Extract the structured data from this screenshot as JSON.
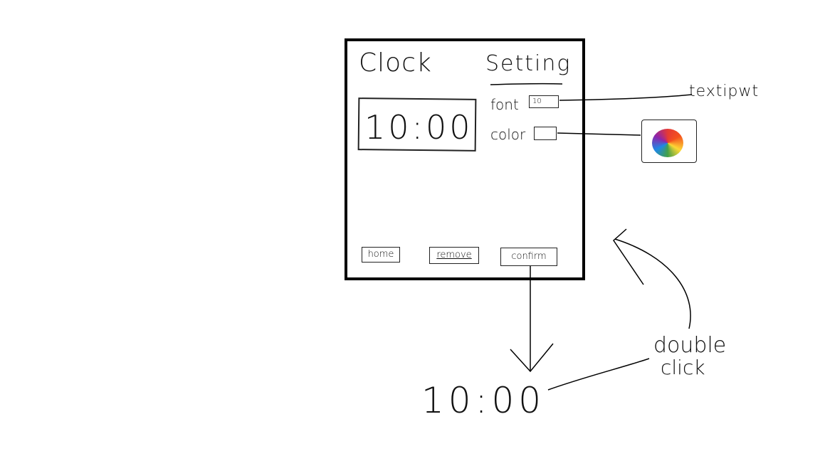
{
  "window": {
    "title": "Clock",
    "heading": "Setting"
  },
  "clock": {
    "time": "10:00"
  },
  "settings": {
    "font_label": "font",
    "font_value": "10",
    "color_label": "color"
  },
  "buttons": {
    "home": "home",
    "remove": "remove",
    "confirm": "confirm"
  },
  "annotations": {
    "text_input": "textipwt",
    "double_line1": "double",
    "double_line2": "click"
  },
  "result": {
    "time": "10:00"
  }
}
